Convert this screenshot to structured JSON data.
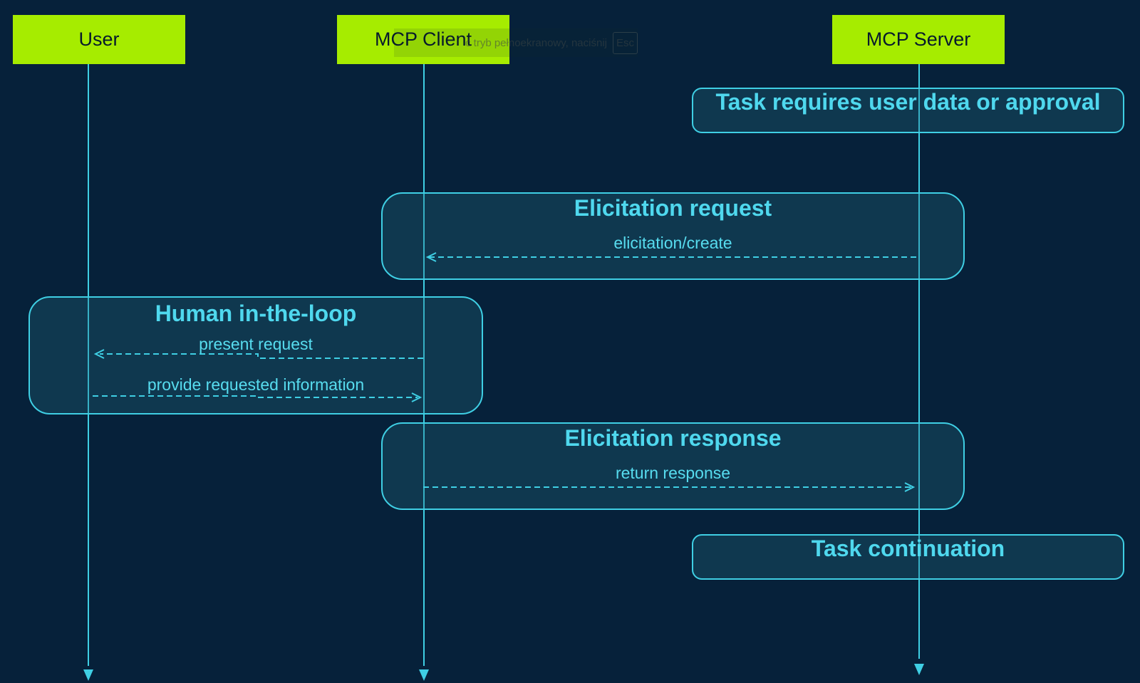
{
  "actors": {
    "user": "User",
    "client": "MCP Client",
    "server": "MCP Server"
  },
  "steps": {
    "task_requires": {
      "title": "Task requires user data or approval"
    },
    "elicitation_request": {
      "title": "Elicitation request",
      "message": "elicitation/create"
    },
    "human_loop": {
      "title": "Human in-the-loop",
      "message_present": "present request",
      "message_provide": "provide requested information"
    },
    "elicitation_response": {
      "title": "Elicitation response",
      "message": "return response"
    },
    "task_continuation": {
      "title": "Task continuation"
    }
  },
  "overlay": {
    "text": "ć tryb pełnoekranowy, naciśnij",
    "key": "Esc"
  },
  "colors": {
    "background": "#06213a",
    "actor": "#a6ec00",
    "line": "#3fcfe4",
    "text": "#4fd8ee"
  }
}
